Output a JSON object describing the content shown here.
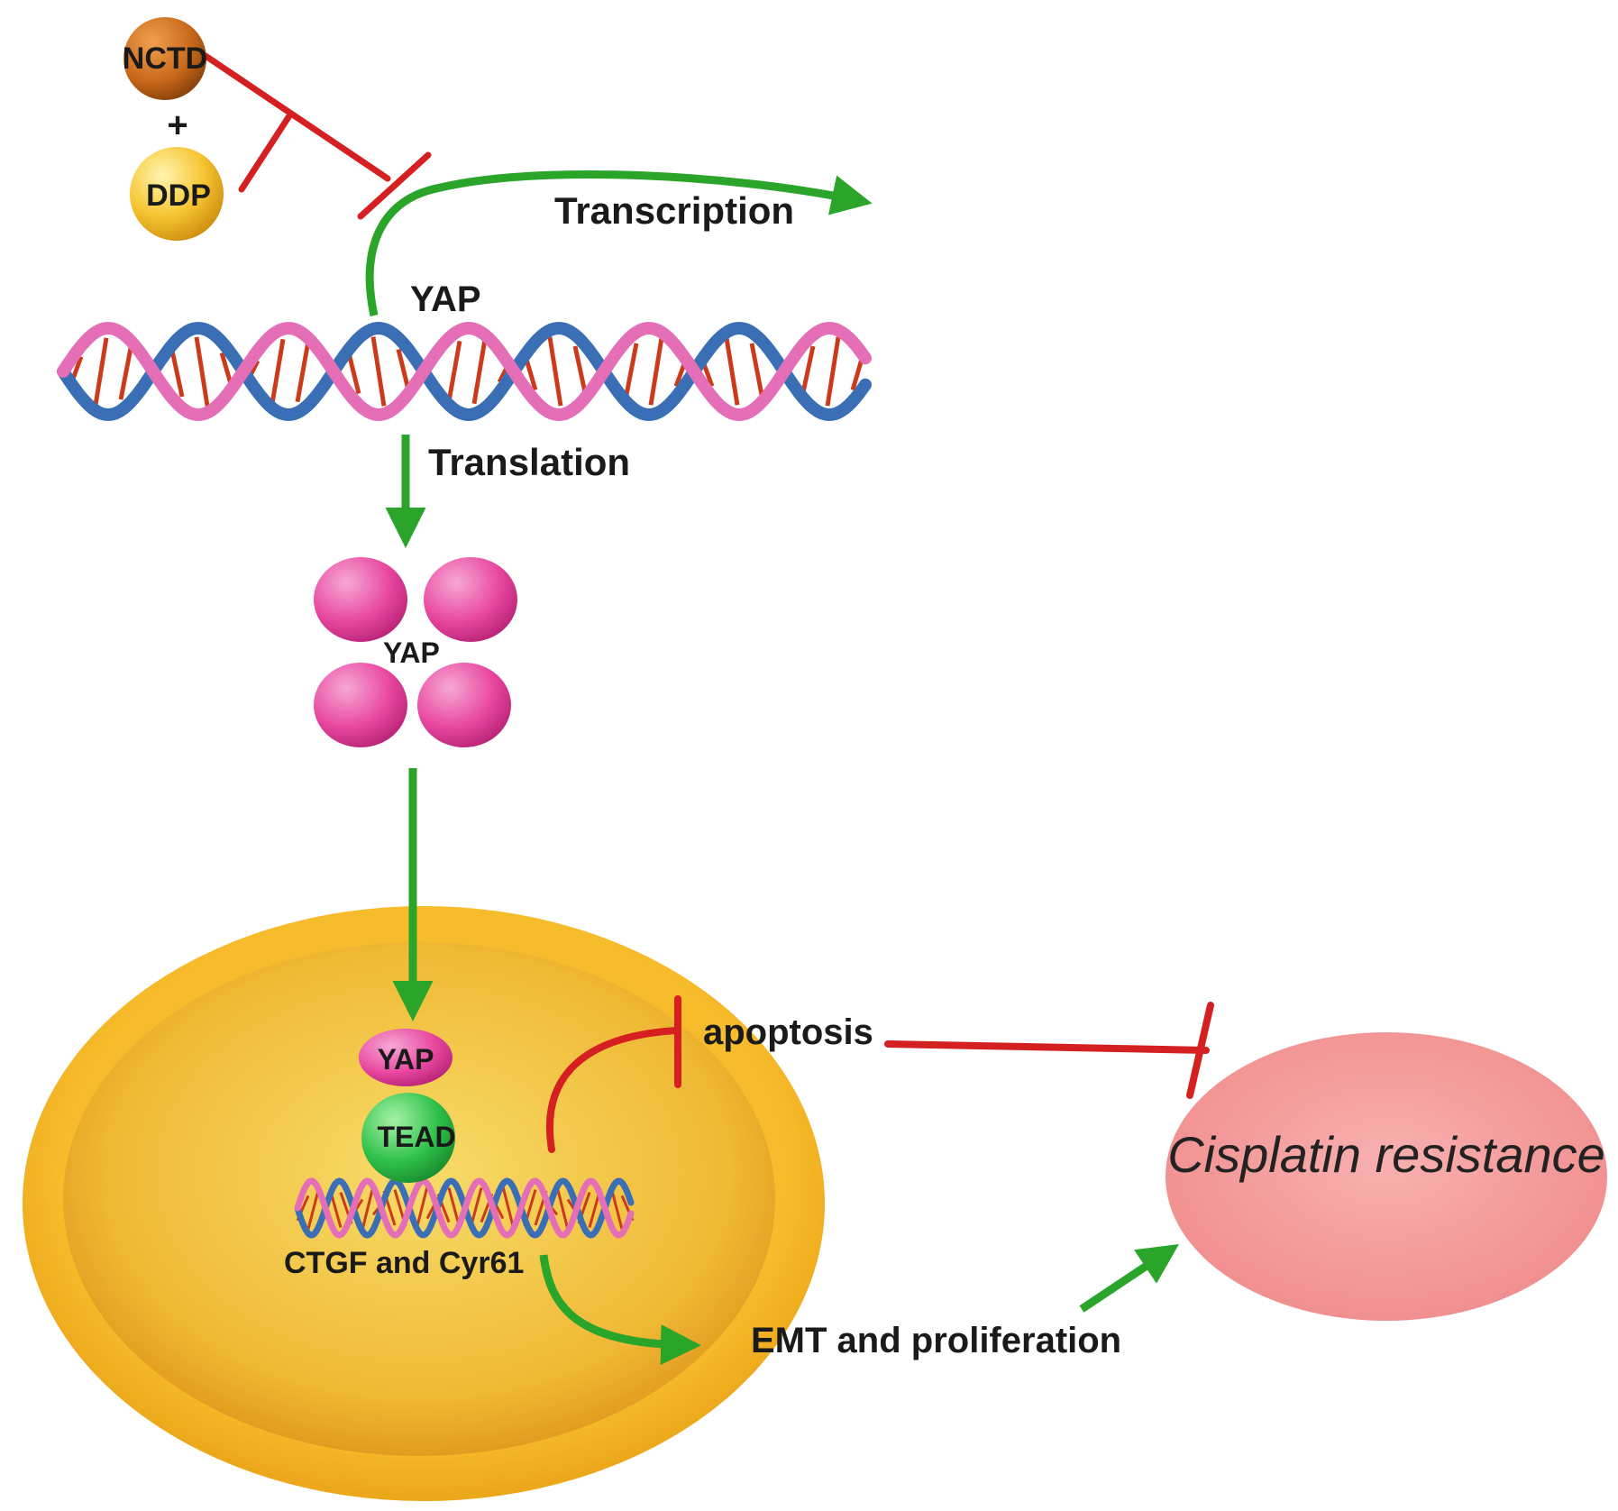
{
  "labels": {
    "nctd": "NCTD",
    "plus": "+",
    "ddp": "DDP",
    "transcription": "Transcription",
    "yap_gene": "YAP",
    "translation": "Translation",
    "yap_protein": "YAP",
    "yap_nucleus": "YAP",
    "tead": "TEAD",
    "ctgf": "CTGF and Cyr61",
    "apoptosis": "apoptosis",
    "emt": "EMT and proliferation",
    "cisplatin": "Cisplatin resistance"
  },
  "colors": {
    "activation": "#2aa52a",
    "inhibition": "#d42020",
    "nucleus_outer": "#f5b21f",
    "nucleus_inner": "#f3c53a",
    "yap_protein": "#e8479f",
    "tead": "#2fc14a",
    "cisplatin_ellipse": "#f59a9a",
    "nctd_ball": "#c8681a",
    "ddp_ball": "#f6c531",
    "dna_blue": "#3a6fb5",
    "dna_pink": "#e46fb6",
    "dna_rung": "#cc3a1c"
  }
}
